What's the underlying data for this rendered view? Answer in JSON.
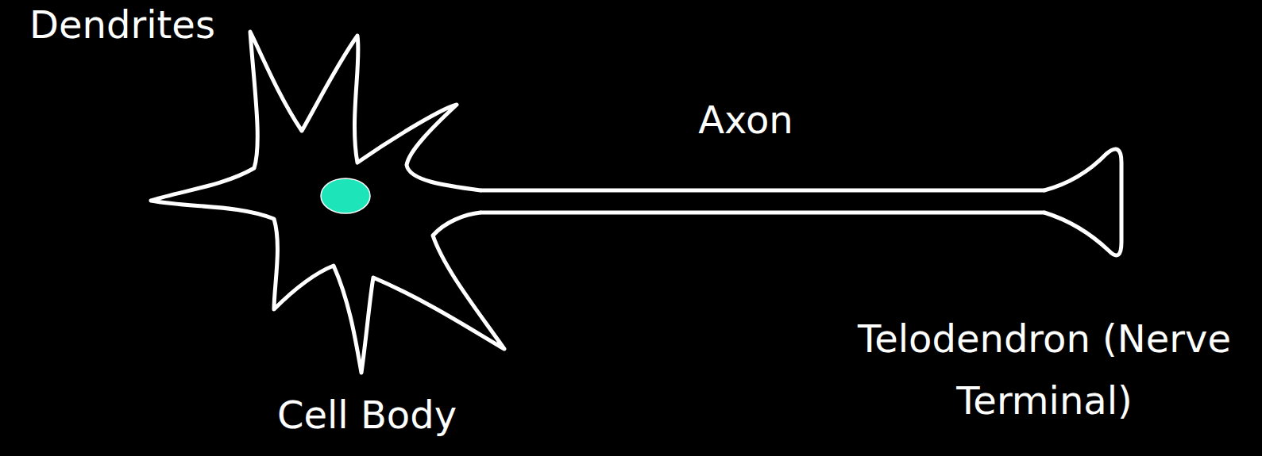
{
  "diagram": {
    "labels": [
      "Dendrites",
      "Axon",
      "Telodendron (Nerve Terminal)",
      "Cell Body"
    ]
  }
}
